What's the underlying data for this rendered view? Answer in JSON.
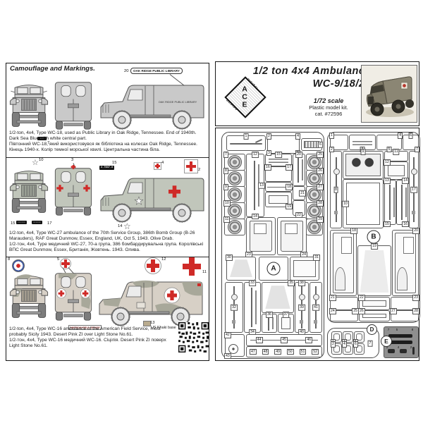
{
  "colors": {
    "cross_red": "#cf2a27",
    "roundel_blue": "#3a57a5",
    "page_border": "#161616"
  },
  "left_page": {
    "header": "Camouflage and Markings.",
    "section1": {
      "decal_callout": "20",
      "decal_label": "OAK RIDGE PUBLIC LIBRARY",
      "side_text": "OAK RIDGE PUBLIC LIBRARY",
      "plate_callout": "7",
      "caption_en": "1/2-ton, 4x4, Type WC-18, used as Public Library in Oak Ridge, Tennessee. End of 1940th. Dark Sea Blue with white central part.",
      "caption_uk": "Півтонний WC-18, який використовувся як бібліотека на колесах Oak Ridge, Tennessee. Кінець 1940-х. Колір темної морської хвилі. Центральна частина біла."
    },
    "section2": {
      "callout_star_front": "10",
      "callout_rear": "3",
      "callout_plate_side": "15",
      "license_plate": "2-7847-S",
      "callout_flag": "4",
      "callout_cross": "2",
      "callout_star_side": "14",
      "callout_plate_l": "15",
      "callout_plate_r": "17",
      "caption_en": "1/2-ton, 4x4, Type WC-27 ambulance of the 70th Service Group, 386th Bomb Group (B-26 Marauders), RAF Great Dunmow, Essex, England, UK, Oct 5, 1943. Olive Drab.",
      "caption_uk": "1/2-тон, 4x4, Type медичний WC-27, 70-а група, 386 бомбардирувальна група. Королівські ВПС Great Dunmow, Essex, Британія, Жовтень. 1943. Олива."
    },
    "section3": {
      "callout_roundel": "8",
      "callout_rear_cross": "5",
      "callout_circle_cross": "12",
      "callout_big_cross": "11",
      "callout_khaki": "13",
      "khaki_note": "US Khaki base",
      "afs_label": "AMERICAN FIELD SERVICE",
      "caption_en": "1/2-ton, 4x4, Type WC-16 ambulance of the American Field Service, most probably Sicily 1943. Desert Pink ZI over Light Stone No.61.",
      "caption_uk": "1/2-тон, 4x4, Type WC-16 медичний WC-16. Сіцілія. Desert Pink ZI поверх Light Stone No.61."
    }
  },
  "right_page": {
    "title_line1": "1/2 ton 4x4 Ambulance",
    "title_line2": "WC-9/18/27",
    "logo": {
      "brand": "ACE",
      "word_top": "DIGITAL",
      "word_bottom": "DESIGN"
    },
    "scale": "1/72 scale",
    "kit_type": "Plastic model kit.",
    "catalog": "cat. #72596",
    "sprues": {
      "a": {
        "letter": "A",
        "parts": [
          "1",
          "2",
          "3",
          "4",
          "5",
          "6",
          "7",
          "8",
          "9",
          "10",
          "11",
          "12",
          "13",
          "14",
          "15",
          "16",
          "17",
          "18",
          "19",
          "20",
          "21",
          "22",
          "23",
          "24",
          "25",
          "26",
          "27",
          "28",
          "29",
          "30",
          "31",
          "32",
          "33",
          "34",
          "35",
          "36",
          "37",
          "38",
          "39",
          "40",
          "41",
          "42",
          "43",
          "44",
          "45",
          "46",
          "47",
          "48",
          "49",
          "50",
          "51",
          "52"
        ]
      },
      "b": {
        "letter": "B",
        "parts": [
          "1",
          "2",
          "3",
          "4",
          "5",
          "6",
          "7",
          "8",
          "9",
          "10",
          "11",
          "12",
          "13",
          "14",
          "15",
          "16",
          "17",
          "18",
          "19",
          "20",
          "21",
          "22",
          "23",
          "24",
          "25",
          "26",
          "27",
          "28"
        ]
      },
      "d": {
        "letter": "D",
        "parts": [
          "1",
          "2",
          "3",
          "4",
          "5",
          "6",
          "7"
        ]
      },
      "e": {
        "letter": "E",
        "parts": [
          "7",
          "5",
          "8",
          "1",
          "3",
          "2",
          "4",
          "2"
        ]
      }
    }
  }
}
